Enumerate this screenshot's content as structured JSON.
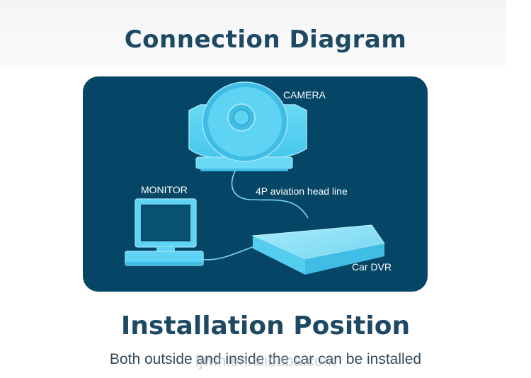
{
  "heading": "Connection Diagram",
  "diagram": {
    "labels": {
      "camera": "CAMERA",
      "monitor": "MONITOR",
      "cable": "4P aviation head line",
      "dvr": "Car DVR"
    },
    "colors": {
      "panel_bg": "#054667",
      "device_fill": "#5fd3f3",
      "device_light": "#9fe6f7",
      "cable": "#7fd8f0"
    }
  },
  "section_title": "Installation Position",
  "caption": "Both outside and inside the car can be installed",
  "watermark": "fjwin.en.alibaba.com"
}
